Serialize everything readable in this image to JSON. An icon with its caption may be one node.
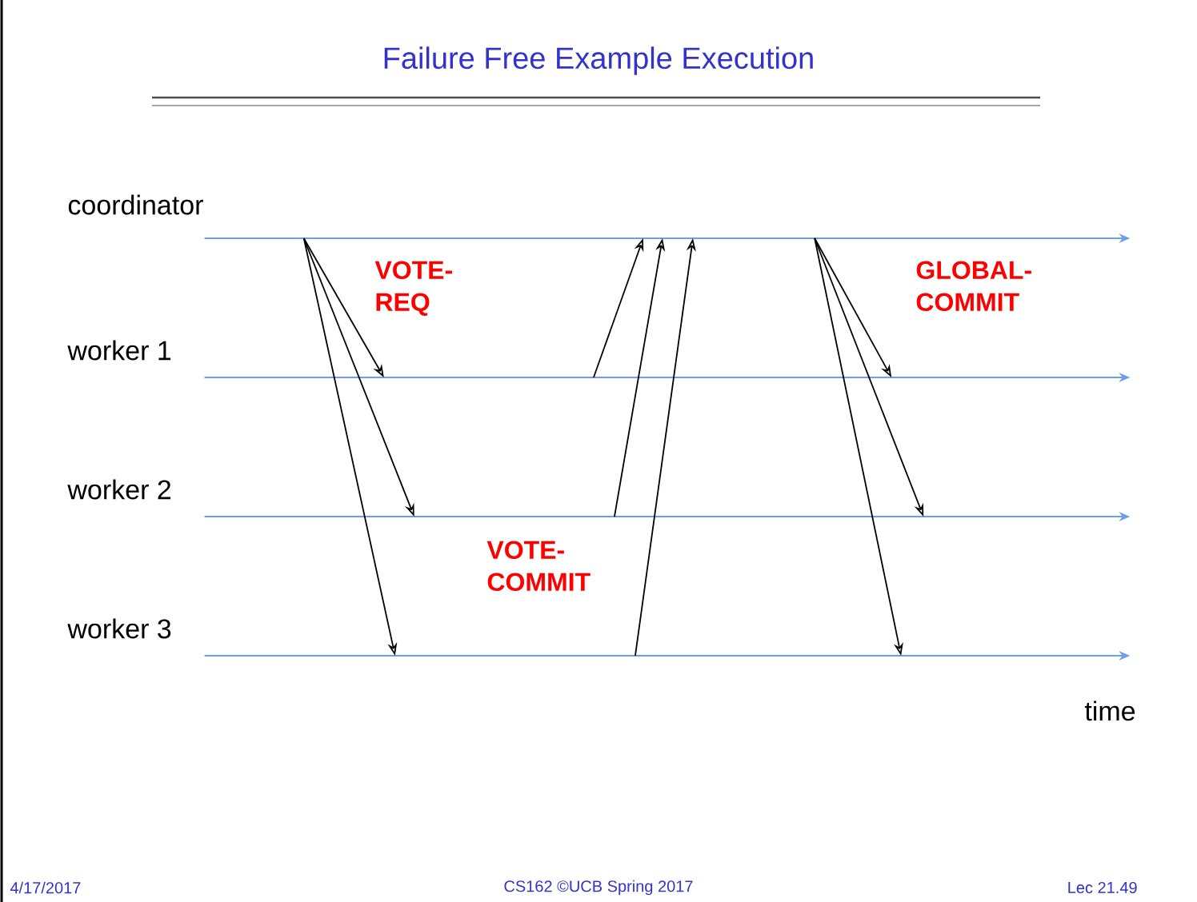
{
  "diagram": {
    "title": "Failure Free Example Execution",
    "nodes": [
      {
        "text": [],
        "shape": "arrow",
        "beside": [
          "coordinator"
        ]
      },
      {
        "text": [],
        "shape": "arrow",
        "beside": [
          "worker 1"
        ]
      },
      {
        "text": [],
        "shape": "arrow",
        "beside": [
          "worker 2"
        ]
      },
      {
        "text": [],
        "shape": "arrow",
        "beside": [
          "worker 3"
        ]
      }
    ],
    "edges": [
      {
        "from": 0,
        "to": 1,
        "arrow": "to"
      },
      {
        "from": 0,
        "to": 2,
        "arrow": "to"
      },
      {
        "from": 0,
        "to": 3,
        "arrow": "to"
      },
      {
        "from": 1,
        "to": 0,
        "arrow": "to"
      },
      {
        "from": 2,
        "to": 0,
        "arrow": "to"
      },
      {
        "from": 3,
        "to": 0,
        "arrow": "to"
      },
      {
        "from": 0,
        "to": 1,
        "arrow": "to"
      },
      {
        "from": 0,
        "to": 2,
        "arrow": "to"
      },
      {
        "from": 0,
        "to": 3,
        "arrow": "to"
      }
    ],
    "labels": [
      "VOTE-REQ",
      "GLOBAL-COMMIT",
      "VOTE-COMMIT",
      "time",
      "4/17/2017",
      "CS162 ©UCB Spring 2017",
      "Lec 21.49"
    ]
  }
}
